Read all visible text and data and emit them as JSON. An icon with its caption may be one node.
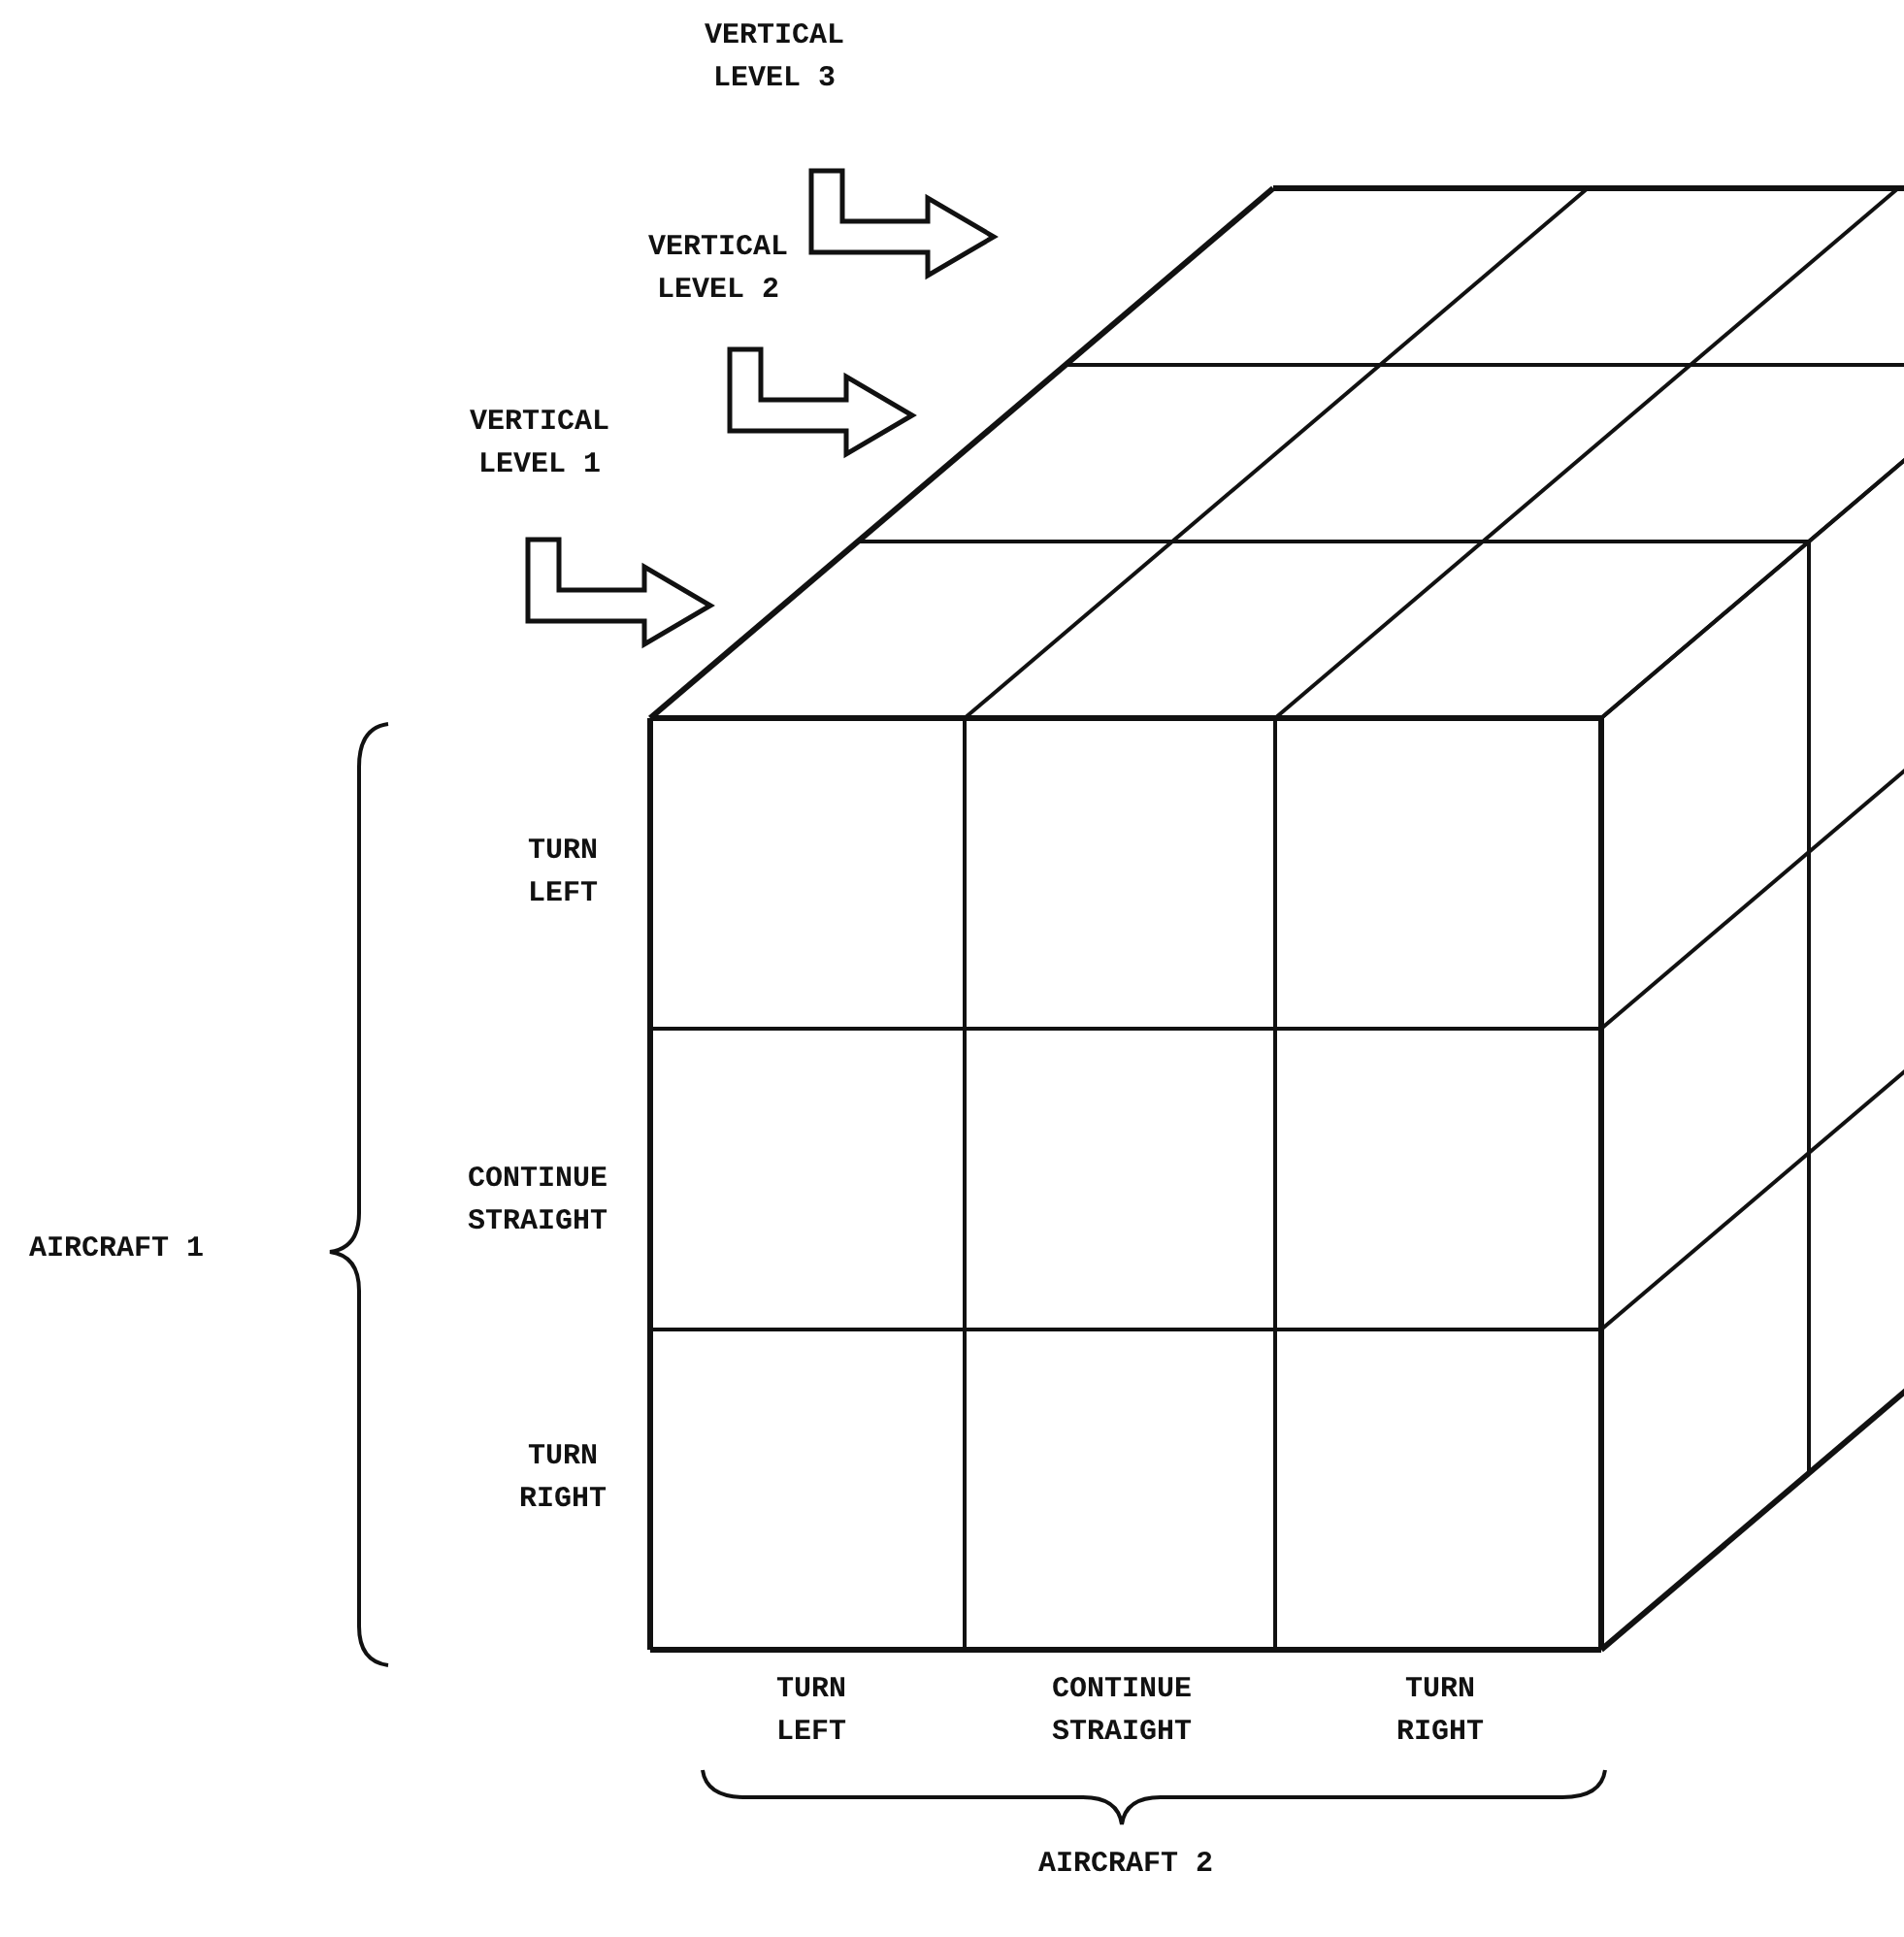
{
  "diagram": {
    "labels": [
      "VERTICAL LEVEL 3",
      "VERTICAL LEVEL 2",
      "VERTICAL LEVEL 1",
      "TURN LEFT",
      "CONTINUE STRAIGHT",
      "AIRCRAFT 1",
      "TURN RIGHT",
      "TURN LEFT",
      "CONTINUE STRAIGHT",
      "TURN RIGHT",
      "AIRCRAFT 2"
    ]
  }
}
